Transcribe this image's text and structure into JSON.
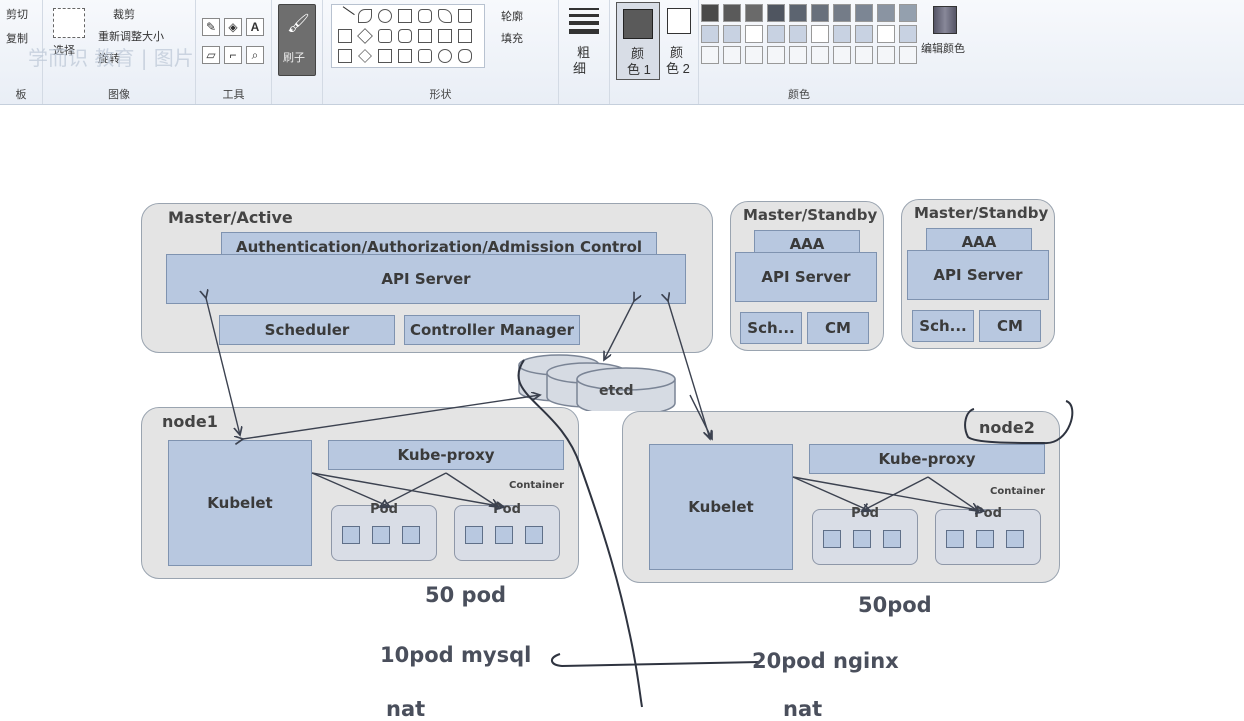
{
  "ribbon": {
    "clipboard": {
      "cut": "剪切",
      "copy": "复制",
      "group_label": "板"
    },
    "image": {
      "select": "选择",
      "crop": "裁剪",
      "resize": "重新调整大小",
      "rotate": "旋转",
      "group_label": "图像"
    },
    "tools": {
      "group_label": "工具",
      "text_tool": "A"
    },
    "brush": {
      "label": "刷子"
    },
    "shapes": {
      "outline": "轮廓",
      "fill": "填充",
      "group_label": "形状"
    },
    "size": {
      "label_line1": "粗",
      "label_line2": "细"
    },
    "color1": {
      "label_line1": "颜",
      "label_line2": "色 1"
    },
    "color2": {
      "label_line1": "颜",
      "label_line2": "色 2"
    },
    "colors": {
      "group_label": "颜色",
      "edit_colors": "编辑颜色"
    },
    "watermark": "学而识 教育 | 图片"
  },
  "diagram": {
    "master_active": {
      "title": "Master/Active",
      "aaa": "Authentication/Authorization/Admission Control",
      "api": "API Server",
      "scheduler": "Scheduler",
      "controller": "Controller Manager"
    },
    "standby1": {
      "title": "Master/Standby",
      "aaa": "AAA",
      "api": "API Server",
      "sch": "Sch...",
      "cm": "CM"
    },
    "standby2": {
      "title": "Master/Standby",
      "aaa": "AAA",
      "api": "API Server",
      "sch": "Sch...",
      "cm": "CM"
    },
    "etcd": "etcd",
    "node1": {
      "title": "node1",
      "kubelet": "Kubelet",
      "proxy": "Kube-proxy",
      "container": "Container",
      "pod1": "Pod",
      "pod2": "Pod"
    },
    "node2": {
      "title": "node2",
      "kubelet": "Kubelet",
      "proxy": "Kube-proxy",
      "container": "Container",
      "pod1": "Pod",
      "pod2": "Pod"
    }
  },
  "annotations": {
    "node1_pods": "50 pod",
    "node2_pods": "50pod",
    "mysql": "10pod mysql",
    "nginx": "20pod  nginx",
    "nat1": "nat",
    "nat2": "nat"
  },
  "palette": [
    "#4a4a4a",
    "#5a5a5a",
    "#6a6a6a",
    "#4f5560",
    "#5c6470",
    "#68707c",
    "#747c88",
    "#7c8694",
    "#8a94a2",
    "#94a0ae",
    "#a0acba",
    "#b0bccc"
  ]
}
